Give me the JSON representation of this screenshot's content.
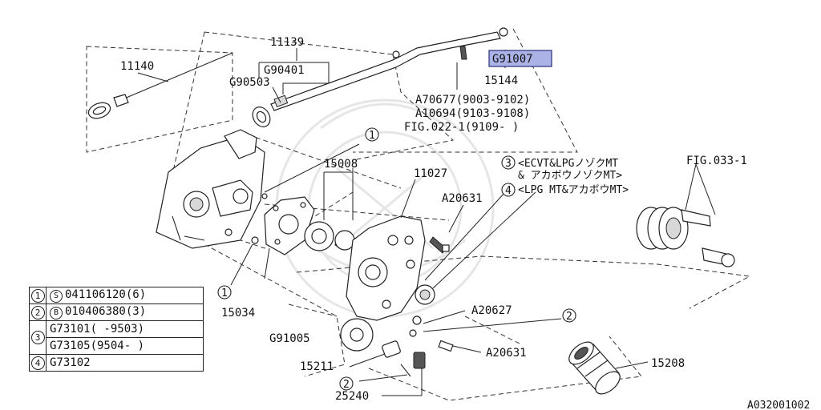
{
  "labels": {
    "p11140": "11140",
    "p11139": "11139",
    "g90401": "G90401",
    "g90503": "G90503",
    "g91007": "G91007",
    "p15144": "15144",
    "a70677": "A70677(9003-9102)",
    "a10694": "A10694(9103-9108)",
    "fig022": "FIG.022-1(9109-      )",
    "p15008": "15008",
    "p11027": "11027",
    "a20631_top": "A20631",
    "note3_line1": "<ECVT&LPGノゾクMT",
    "note3_line2": "& アカボウノゾクMT>",
    "note4": "<LPG MT&アカボウMT>",
    "fig033": "FIG.033-1",
    "p15034": "15034",
    "a20627": "A20627",
    "a20631_bot": "A20631",
    "g91005": "G91005",
    "p15211": "15211",
    "p25240": "25240",
    "p15208": "15208",
    "image_code": "A032001002"
  },
  "callouts": {
    "c1": "1",
    "c2": "2",
    "c3": "3",
    "c4": "4"
  },
  "legend": {
    "rows": [
      {
        "idx": "1",
        "prefix": "S",
        "text": "041106120(6)"
      },
      {
        "idx": "2",
        "prefix": "B",
        "text": "010406380(3)"
      },
      {
        "idx": "3",
        "prefix": "",
        "text": "G73101(    -9503)"
      },
      {
        "idx": "",
        "prefix": "",
        "text": "G73105(9504-     )"
      },
      {
        "idx": "4",
        "prefix": "",
        "text": "G73102"
      }
    ]
  }
}
